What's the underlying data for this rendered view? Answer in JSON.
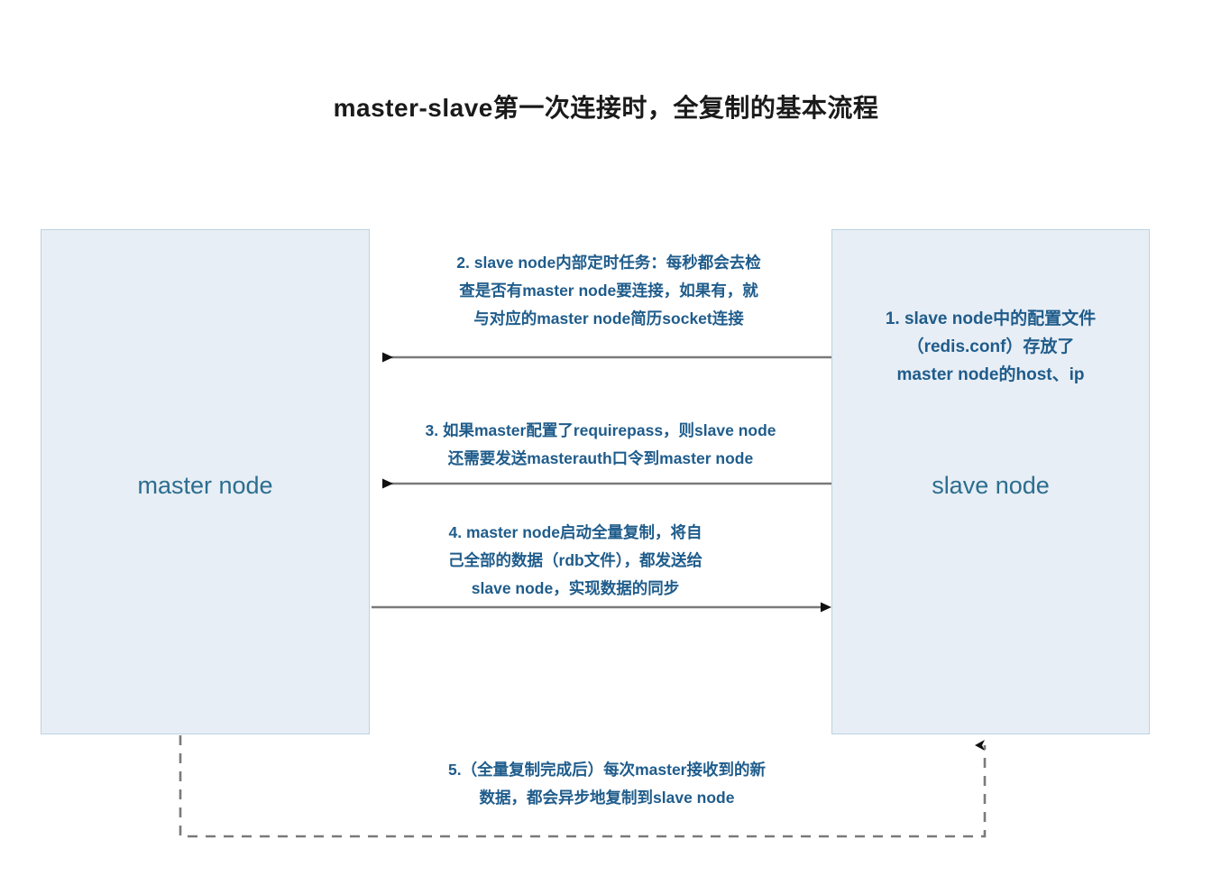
{
  "title": "master-slave第一次连接时，全复制的基本流程",
  "colors": {
    "box_fill": "#e8eef5",
    "box_border": "#bcd3e2",
    "node_text": "#2b6e8f",
    "annotation_text": "#1f5c8b",
    "arrow_line": "#7a7a7a",
    "arrow_head": "#111111",
    "title_text": "#1a1a1a",
    "background": "#ffffff"
  },
  "nodes": {
    "master": {
      "label": "master node"
    },
    "slave": {
      "label": "slave node",
      "note_lines": [
        "1. slave node中的配置文件",
        "（redis.conf）存放了",
        "master node的host、ip"
      ]
    }
  },
  "steps": [
    {
      "number": "1",
      "location": "slave-node-box",
      "text": "1. slave node中的配置文件（redis.conf）存放了master node的host、ip"
    },
    {
      "number": "2",
      "direction": "slave-to-master",
      "lines": [
        "2. slave node内部定时任务：每秒都会去检",
        "查是否有master node要连接，如果有，就",
        "与对应的master node简历socket连接"
      ]
    },
    {
      "number": "3",
      "direction": "slave-to-master",
      "lines": [
        "3. 如果master配置了requirepass，则slave node",
        "还需要发送masterauth口令到master node"
      ]
    },
    {
      "number": "4",
      "direction": "master-to-slave",
      "lines": [
        "4. master node启动全量复制，将自",
        "己全部的数据（rdb文件），都发送给",
        "slave node，实现数据的同步"
      ]
    },
    {
      "number": "5",
      "direction": "master-to-slave-dashed",
      "lines": [
        "5.（全量复制完成后）每次master接收到的新",
        "数据，都会异步地复制到slave node"
      ]
    }
  ],
  "icons": {
    "arrow_left": "arrow-left-icon",
    "arrow_right": "arrow-right-icon",
    "arrow_up": "arrow-up-icon"
  }
}
